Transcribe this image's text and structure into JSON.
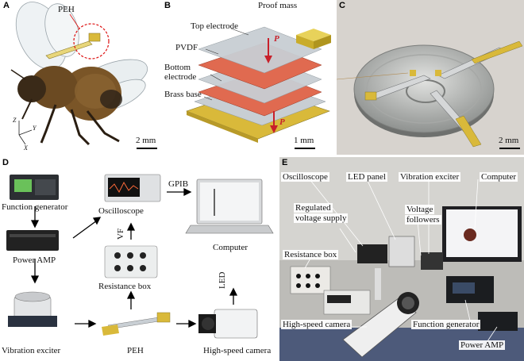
{
  "panel_labels": {
    "a": "A",
    "b": "B",
    "c": "C",
    "d": "D",
    "e": "E"
  },
  "panel_a": {
    "peh_label": "PEH",
    "scale_bar": "2 mm",
    "axes": {
      "z": "Z",
      "y": "Y",
      "x": "X"
    }
  },
  "panel_b": {
    "layers": [
      "Proof mass",
      "Top electrode",
      "PVDF",
      "Bottom",
      "electrode",
      "Brass base"
    ],
    "polarization": "P",
    "scale_bar": "1 mm"
  },
  "panel_c": {
    "scale_bar": "2 mm"
  },
  "panel_d": {
    "function_generator": "Function generator",
    "power_amp": "Power AMP",
    "vibration_exciter": "Vibration exciter",
    "oscilloscope": "Oscilloscope",
    "resistance_box": "Resistance box",
    "peh": "PEH",
    "computer": "Computer",
    "high_speed_camera": "High-speed camera",
    "gpib": "GPIB",
    "vf": "VF",
    "led": "LED"
  },
  "panel_e": {
    "oscilloscope": "Oscilloscope",
    "led_panel": "LED panel",
    "vibration_exciter": "Vibration exciter",
    "computer": "Computer",
    "regulated_1": "Regulated",
    "regulated_2": "voltage supply",
    "voltage_1": "Voltage",
    "voltage_2": "followers",
    "resistance_box": "Resistance box",
    "high_speed_camera": "High-speed camera",
    "function_generator": "Function generator",
    "power_amp": "Power AMP"
  },
  "colors": {
    "gold": "#d9b93a",
    "pvdf": "#e06a50",
    "electrode": "#bfc6cc",
    "arrow_red": "#c8202a",
    "dashed_circle": "#d11",
    "bee_fur": "#6b4a22"
  }
}
